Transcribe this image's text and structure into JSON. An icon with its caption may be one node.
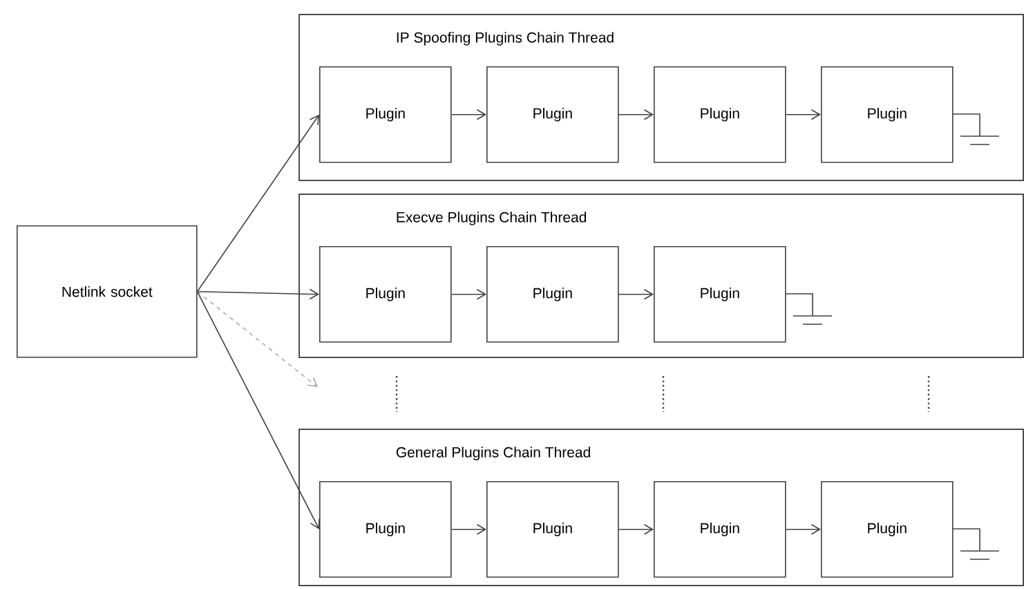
{
  "diagram": {
    "nodes": [
      {
        "text": [
          "Netlink socket"
        ]
      },
      {
        "text": [
          "IP Spoofing Plugins Chain Thread"
        ]
      },
      {
        "text": [
          "Plugin"
        ],
        "in": 1
      },
      {
        "text": [
          "Plugin"
        ],
        "in": 1
      },
      {
        "text": [
          "Plugin"
        ],
        "in": 1
      },
      {
        "text": [
          "Plugin"
        ],
        "in": 1
      },
      {
        "text": [
          "Execve Plugins Chain Thread"
        ]
      },
      {
        "text": [
          "Plugin"
        ],
        "in": 6
      },
      {
        "text": [
          "Plugin"
        ],
        "in": 6
      },
      {
        "text": [
          "Plugin"
        ],
        "in": 6
      },
      {
        "text": [
          "General Plugins Chain Thread"
        ]
      },
      {
        "text": [
          "Plugin"
        ],
        "in": 10
      },
      {
        "text": [
          "Plugin"
        ],
        "in": 10
      },
      {
        "text": [
          "Plugin"
        ],
        "in": 10
      },
      {
        "text": [
          "Plugin"
        ],
        "in": 10
      }
    ],
    "edges": [
      {
        "from": 0,
        "to": 2,
        "arrow": "to"
      },
      {
        "from": 0,
        "to": 7,
        "arrow": "to"
      },
      {
        "from": 0,
        "to": null,
        "arrow": "to",
        "style": "dashed",
        "color": "#aaaaaa"
      },
      {
        "from": 0,
        "to": 11,
        "arrow": "to"
      },
      {
        "from": 2,
        "to": 3,
        "arrow": "to"
      },
      {
        "from": 3,
        "to": 4,
        "arrow": "to"
      },
      {
        "from": 4,
        "to": 5,
        "arrow": "to"
      },
      {
        "from": 7,
        "to": 8,
        "arrow": "to"
      },
      {
        "from": 8,
        "to": 9,
        "arrow": "to"
      },
      {
        "from": 11,
        "to": 12,
        "arrow": "to"
      },
      {
        "from": 12,
        "to": 13,
        "arrow": "to"
      },
      {
        "from": 13,
        "to": 14,
        "arrow": "to"
      }
    ]
  }
}
